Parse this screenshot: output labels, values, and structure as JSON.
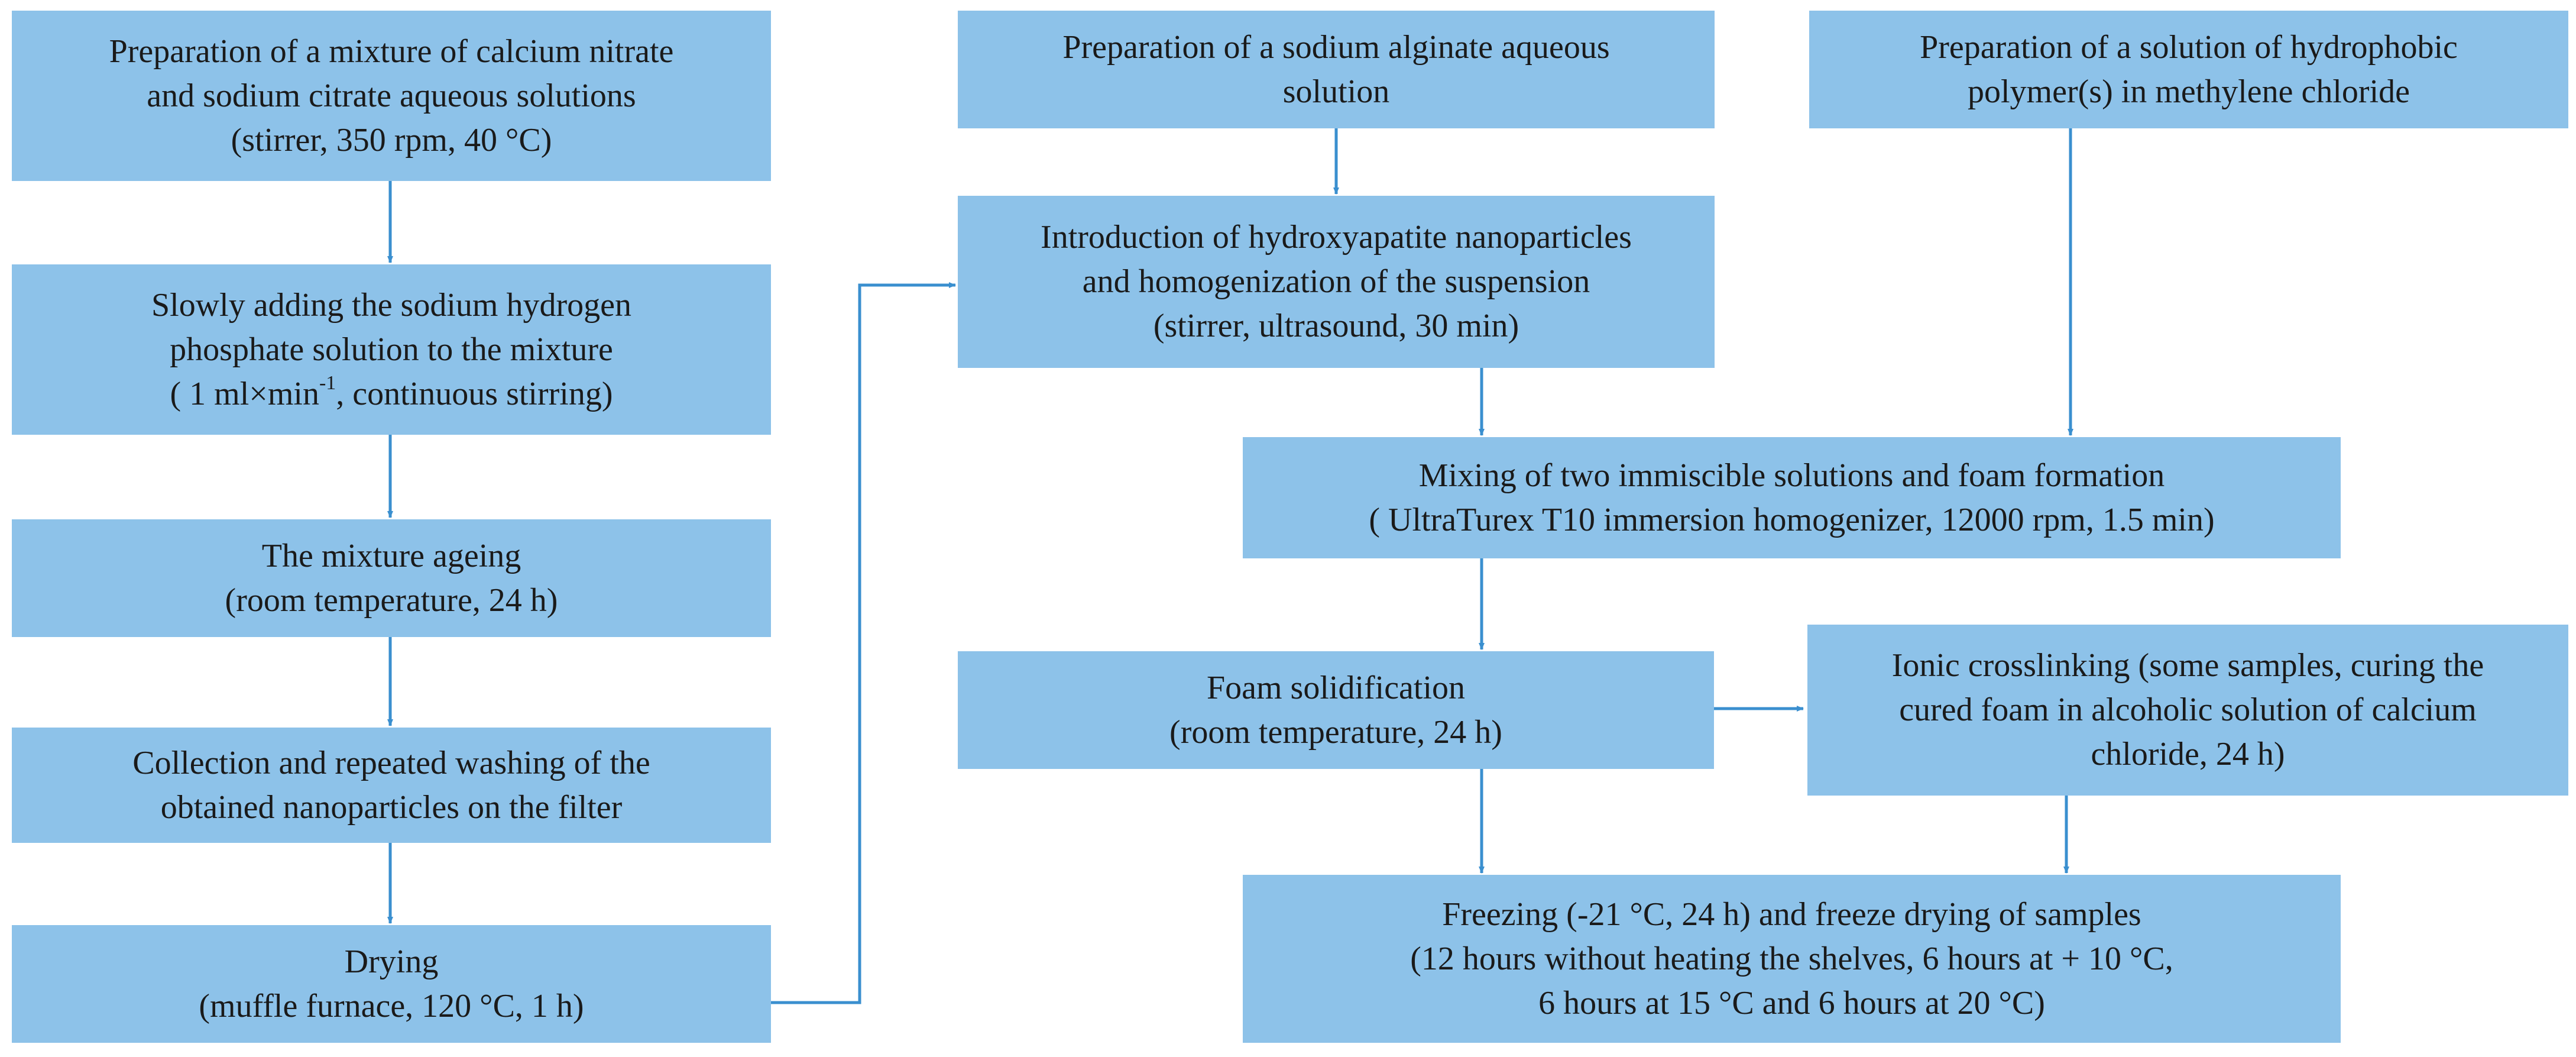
{
  "colors": {
    "box_fill": "#8dc2e9",
    "arrow": "#3a8fcf",
    "text": "#1a1a1a"
  },
  "boxes": {
    "b1": {
      "lines": [
        "Preparation of a mixture of  calcium nitrate",
        "and  sodium citrate  aqueous solutions",
        "(stirrer, 350 rpm, 40 °C)"
      ]
    },
    "b2": {
      "lines": [
        "Slowly adding the sodium hydrogen",
        "phosphate solution to the mixture"
      ],
      "rate_prefix": "( 1 ml×min",
      "rate_exp": "-1",
      "rate_suffix": ", continuous stirring)"
    },
    "b3": {
      "lines": [
        "The mixture ageing",
        "(room temperature, 24 h)"
      ]
    },
    "b4": {
      "lines": [
        "Collection and repeated washing of the",
        "obtained nanoparticles on the filter"
      ]
    },
    "b5": {
      "lines": [
        "Drying",
        "(muffle furnace, 120 °C, 1 h)"
      ]
    },
    "b6": {
      "lines": [
        "Preparation of a sodium alginate aqueous",
        "solution"
      ]
    },
    "b7": {
      "lines": [
        "Preparation of a solution of hydrophobic",
        "polymer(s) in methylene chloride"
      ]
    },
    "b8": {
      "lines": [
        "Introduction of hydroxyapatite nanoparticles",
        "and homogenization of the suspension",
        "(stirrer, ultrasound, 30 min)"
      ]
    },
    "b9": {
      "lines": [
        "Mixing of two immiscible solutions and foam formation",
        "( UltraTurex T10 immersion homogenizer, 12000 rpm, 1.5 min)"
      ]
    },
    "b10": {
      "lines": [
        "Foam solidification",
        "(room temperature, 24 h)"
      ]
    },
    "b11": {
      "lines": [
        "Ionic crosslinking (some samples, curing the",
        "cured foam in alcoholic solution of calcium",
        "chloride, 24 h)"
      ]
    },
    "b12": {
      "lines": [
        "Freezing (-21 °C, 24 h) and freeze drying of samples",
        "(12 hours without heating the shelves, 6 hours at + 10 °C,",
        "6 hours at 15 °C and 6 hours at 20 °C)"
      ]
    }
  }
}
